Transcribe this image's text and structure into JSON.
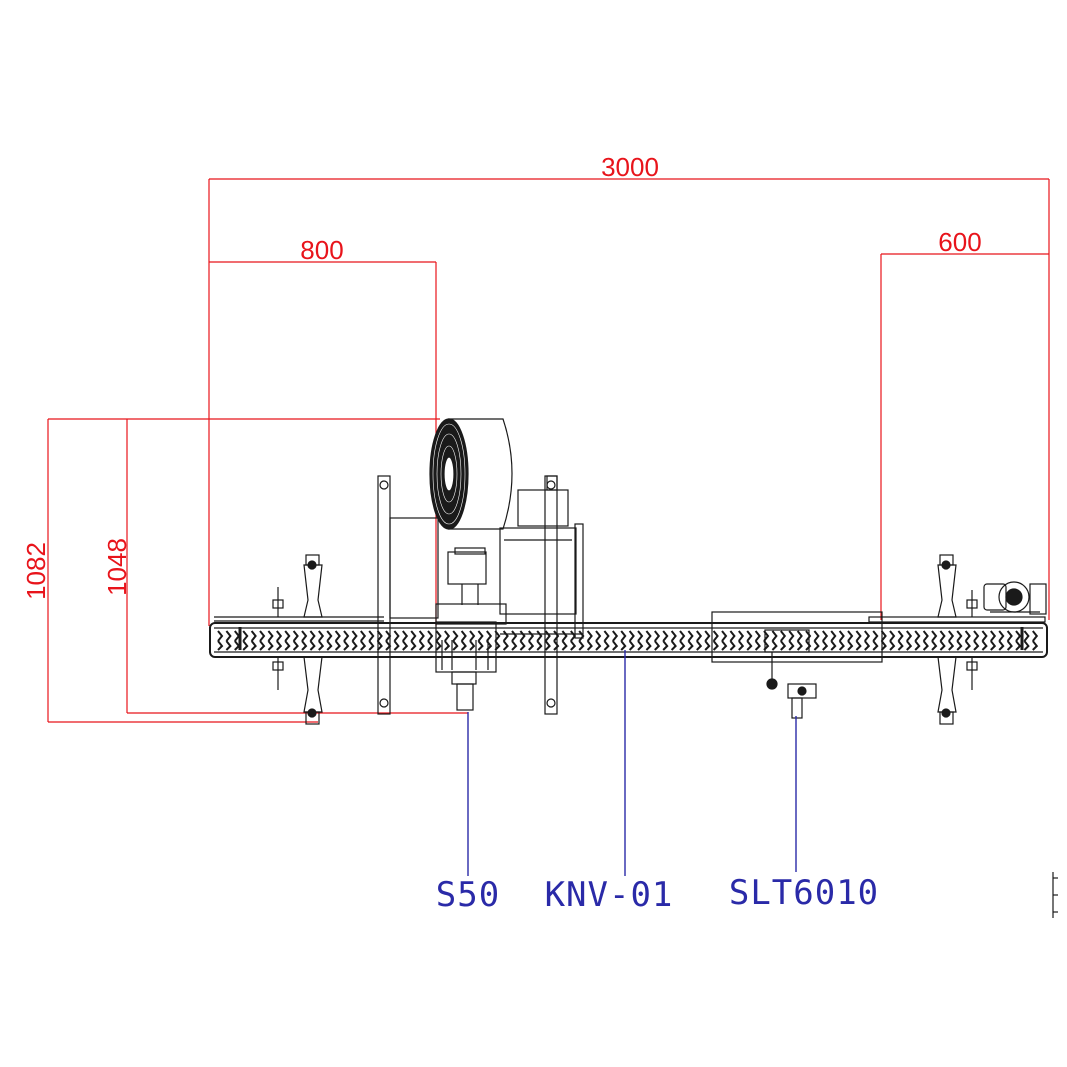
{
  "colors": {
    "dimension": "#e8141b",
    "callout": "#2a2aa8",
    "machine": "#1a1a1a"
  },
  "dimensions": {
    "overall_length": "3000",
    "left_section": "800",
    "right_section": "600",
    "outer_height": "1082",
    "inner_height": "1048"
  },
  "callouts": [
    {
      "label": "S50"
    },
    {
      "label": "KNV-01"
    },
    {
      "label": "SLT6010"
    }
  ]
}
